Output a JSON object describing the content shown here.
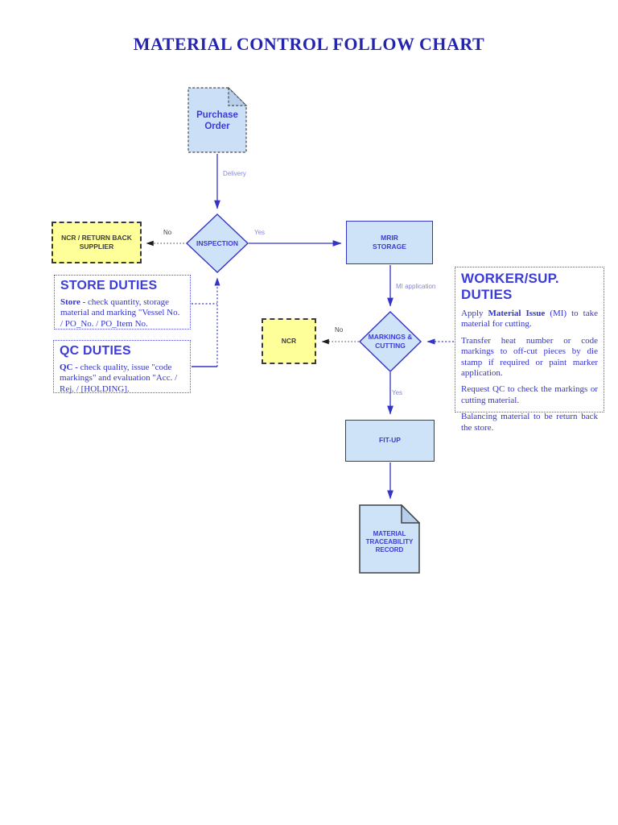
{
  "title": "MATERIAL CONTROL FOLLOW CHART",
  "nodes": {
    "purchase_order": {
      "label": "Purchase Order"
    },
    "inspection": {
      "label": "INSPECTION"
    },
    "ncr_return": {
      "label": "NCR / RETURN BACK SUPPLIER"
    },
    "mrir_storage": {
      "label": "MRIR STORAGE"
    },
    "markings_cutting": {
      "label": "MARKINGS & CUTTING"
    },
    "ncr": {
      "label": "NCR"
    },
    "fit_up": {
      "label": "FIT-UP"
    },
    "material_record": {
      "label": "MATERIAL TRACEABILITY RECORD"
    }
  },
  "edge_labels": {
    "delivery": "Delivery",
    "inspection_no": "No",
    "inspection_yes": "Yes",
    "mi_application": "MI application",
    "markings_no": "No",
    "markings_yes": "Yes"
  },
  "panels": {
    "store_duties": {
      "heading": "STORE DUTIES",
      "lead": "Store -",
      "body": " check quantity, storage material and marking \"Vessel No. / PO_No. / PO_Item No."
    },
    "qc_duties": {
      "heading": "QC DUTIES",
      "lead": "QC -",
      "body": " check quality, issue \"code markings\" and evaluation \"Acc. / Rej. / [HOLDING]."
    },
    "worker_duties": {
      "heading": "WORKER/SUP. DUTIES",
      "p1_pre": "Apply ",
      "p1_bold": "Material Issue",
      "p1_post": " (MI) to take material for cutting.",
      "p2": "Transfer heat number or code markings to off-cut pieces by die stamp if required or paint marker application.",
      "p3": "Request QC to check the markings or cutting material.",
      "p4": "Balancing material to be return back the store."
    }
  },
  "colors": {
    "title": "#2424ad",
    "node_fill": "#cfe3f8",
    "node_border_blue": "#3434c6",
    "node_border_dark": "#3f4245",
    "yellow_fill": "#ffff99",
    "node_text_blue": "#3c3cd4",
    "edge_label_blue": "#8585e2",
    "edge_label_dark": "#454545",
    "panel_border": "#5a5ad0"
  }
}
